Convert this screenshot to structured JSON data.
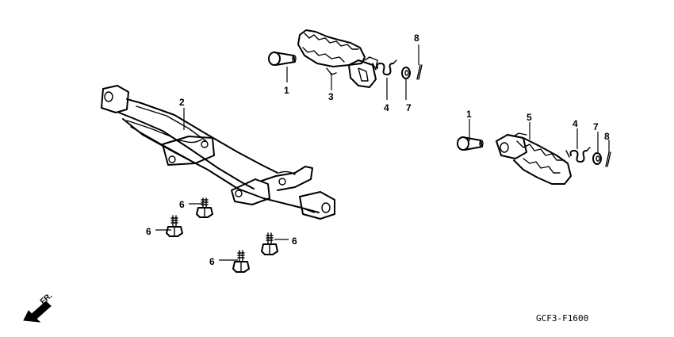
{
  "callouts": {
    "c1a": "1",
    "c1b": "1",
    "c2": "2",
    "c3": "3",
    "c4a": "4",
    "c4b": "4",
    "c5": "5",
    "c6a": "6",
    "c6b": "6",
    "c6c": "6",
    "c6d": "6",
    "c7a": "7",
    "c7b": "7",
    "c8a": "8",
    "c8b": "8"
  },
  "direction_label": "FR.",
  "diagram_code": "GCF3-F1600"
}
